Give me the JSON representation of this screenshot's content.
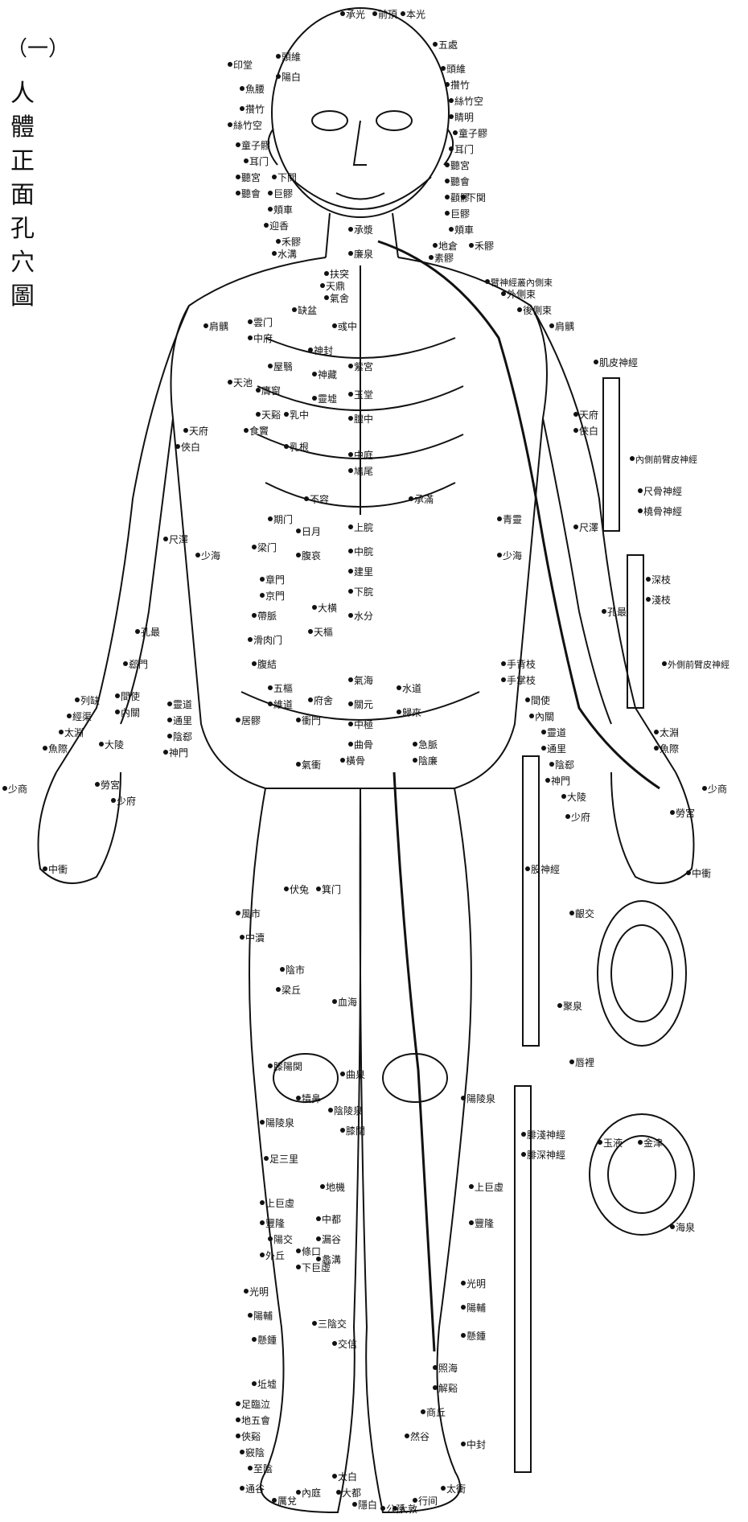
{
  "title": {
    "number": "（一）",
    "text": [
      "人",
      "體",
      "正",
      "面",
      "孔",
      "穴",
      "圖"
    ]
  },
  "labels": [
    {
      "id": "chengguang",
      "text": "承光"
    },
    {
      "id": "qianding",
      "text": "前頂"
    },
    {
      "id": "houding",
      "text": "本光"
    },
    {
      "id": "wuchu",
      "text": "五處"
    },
    {
      "id": "yintang",
      "text": "印堂"
    },
    {
      "id": "touwei_l",
      "text": "頭維"
    },
    {
      "id": "yangbai_l",
      "text": "陽白"
    },
    {
      "id": "yuyao_l",
      "text": "魚腰"
    },
    {
      "id": "zanzhu_l",
      "text": "攢竹"
    },
    {
      "id": "sizhukong_l",
      "text": "絲竹空"
    },
    {
      "id": "tongziliao_l",
      "text": "童子髎"
    },
    {
      "id": "ermen_l",
      "text": "耳门"
    },
    {
      "id": "tinggong_l",
      "text": "聽宮"
    },
    {
      "id": "tinghui_l",
      "text": "聽會"
    },
    {
      "id": "xiaguan_l",
      "text": "下関"
    },
    {
      "id": "juliao_l",
      "text": "巨髎"
    },
    {
      "id": "jiache_l",
      "text": "頬車"
    },
    {
      "id": "yingxiang_l",
      "text": "迎香"
    },
    {
      "id": "heliao_l",
      "text": "禾髎"
    },
    {
      "id": "shuigou",
      "text": "水溝"
    },
    {
      "id": "touwei_r",
      "text": "頭維"
    },
    {
      "id": "zanzhu_r",
      "text": "攢竹"
    },
    {
      "id": "sizhukong_r",
      "text": "絲竹空"
    },
    {
      "id": "jingming_r",
      "text": "睛明"
    },
    {
      "id": "tongziliao_r",
      "text": "童子髎"
    },
    {
      "id": "ermen_r",
      "text": "耳门"
    },
    {
      "id": "tinggong_r",
      "text": "聽宮"
    },
    {
      "id": "tinghui_r",
      "text": "聽會"
    },
    {
      "id": "quanliao_r",
      "text": "顴髎"
    },
    {
      "id": "xiaguan_r",
      "text": "下関"
    },
    {
      "id": "juliao_r",
      "text": "巨髎"
    },
    {
      "id": "jiache_r",
      "text": "頬車"
    },
    {
      "id": "heliao_r",
      "text": "禾髎"
    },
    {
      "id": "dicang_r",
      "text": "地倉"
    },
    {
      "id": "suliao",
      "text": "素髎"
    },
    {
      "id": "chengjiang",
      "text": "承漿"
    },
    {
      "id": "lianquan",
      "text": "廉泉"
    },
    {
      "id": "bishen_nei",
      "text": "臂神經叢內側束"
    },
    {
      "id": "bishen_wai",
      "text": "外側束"
    },
    {
      "id": "bishen_hou",
      "text": "後側束"
    },
    {
      "id": "futu",
      "text": "扶突"
    },
    {
      "id": "tianding",
      "text": "天鼎"
    },
    {
      "id": "qishe",
      "text": "氣舍"
    },
    {
      "id": "quepen_l",
      "text": "缺盆"
    },
    {
      "id": "jianyu_l",
      "text": "肩髃"
    },
    {
      "id": "yunmen_l",
      "text": "雲门"
    },
    {
      "id": "zhongfu_l",
      "text": "中府"
    },
    {
      "id": "yuzhong",
      "text": "彧中"
    },
    {
      "id": "shenfeng",
      "text": "神封"
    },
    {
      "id": "wuyi",
      "text": "屋翳"
    },
    {
      "id": "yingchuang",
      "text": "膺窗"
    },
    {
      "id": "tianchi",
      "text": "天池"
    },
    {
      "id": "tianxi",
      "text": "天谿"
    },
    {
      "id": "shidou",
      "text": "食竇"
    },
    {
      "id": "ruzhong",
      "text": "乳中"
    },
    {
      "id": "rugen",
      "text": "乳根"
    },
    {
      "id": "zhongting",
      "text": "中庭"
    },
    {
      "id": "jiuwei",
      "text": "鳩尾"
    },
    {
      "id": "yutang",
      "text": "玉堂"
    },
    {
      "id": "tanzhong",
      "text": "膻中"
    },
    {
      "id": "zigong",
      "text": "紫宮"
    },
    {
      "id": "lingxu",
      "text": "靈墟"
    },
    {
      "id": "shencang",
      "text": "神藏"
    },
    {
      "id": "jianyu_r",
      "text": "肩髃"
    },
    {
      "id": "jipifeng",
      "text": "肌皮神經"
    },
    {
      "id": "tianfu_l",
      "text": "天府"
    },
    {
      "id": "xiabai_l",
      "text": "俠白"
    },
    {
      "id": "tianfu_r",
      "text": "天府"
    },
    {
      "id": "xiabai_r",
      "text": "俠白"
    },
    {
      "id": "neice",
      "text": "內側前臂皮神經"
    },
    {
      "id": "chigu",
      "text": "尺骨神經"
    },
    {
      "id": "raogu",
      "text": "橈骨神經"
    },
    {
      "id": "chize_r",
      "text": "尺澤"
    },
    {
      "id": "qingling",
      "text": "青靈"
    },
    {
      "id": "shaohai_l",
      "text": "少海"
    },
    {
      "id": "shaohai_r",
      "text": "少海"
    },
    {
      "id": "chize_l",
      "text": "尺澤"
    },
    {
      "id": "shenzhi",
      "text": "深枝"
    },
    {
      "id": "qianzhi",
      "text": "淺枝"
    },
    {
      "id": "kongzui_l",
      "text": "孔最"
    },
    {
      "id": "kongzui_r",
      "text": "孔最"
    },
    {
      "id": "ximen_l",
      "text": "郄門"
    },
    {
      "id": "jianshi_l",
      "text": "間使"
    },
    {
      "id": "neiguan_l",
      "text": "內關"
    },
    {
      "id": "lieque_l",
      "text": "列缺"
    },
    {
      "id": "jingqu_l",
      "text": "經渠"
    },
    {
      "id": "taiyuan_l",
      "text": "太淵"
    },
    {
      "id": "yuji_l",
      "text": "魚際"
    },
    {
      "id": "daling_l",
      "text": "大陵"
    },
    {
      "id": "lingdao_l",
      "text": "靈道"
    },
    {
      "id": "tongli_l",
      "text": "通里"
    },
    {
      "id": "yinxi_l",
      "text": "陰郄"
    },
    {
      "id": "shenmen_l",
      "text": "神門"
    },
    {
      "id": "shaoshang_l",
      "text": "少商"
    },
    {
      "id": "laogong_l",
      "text": "勞宮"
    },
    {
      "id": "shaofu_l",
      "text": "少府"
    },
    {
      "id": "zhongchong_l",
      "text": "中衝"
    },
    {
      "id": "shoubei",
      "text": "手背枝"
    },
    {
      "id": "shouzhang",
      "text": "手掌枝"
    },
    {
      "id": "waiqian",
      "text": "外側前臂皮神經"
    },
    {
      "id": "jianshi_r",
      "text": "間使"
    },
    {
      "id": "neiguan_r",
      "text": "內關"
    },
    {
      "id": "lingdao_r",
      "text": "靈道"
    },
    {
      "id": "tongli_r",
      "text": "通里"
    },
    {
      "id": "yinxi_r",
      "text": "陰郄"
    },
    {
      "id": "shenmen_r",
      "text": "神門"
    },
    {
      "id": "daling_r",
      "text": "大陵"
    },
    {
      "id": "shaofu_r",
      "text": "少府"
    },
    {
      "id": "taiyuan_r",
      "text": "太淵"
    },
    {
      "id": "yuji_r",
      "text": "魚際"
    },
    {
      "id": "shaoshang_r",
      "text": "少商"
    },
    {
      "id": "laogong_r",
      "text": "勞宮"
    },
    {
      "id": "zhongchong_r",
      "text": "中衝"
    },
    {
      "id": "qimen",
      "text": "期门"
    },
    {
      "id": "riyue",
      "text": "日月"
    },
    {
      "id": "burong",
      "text": "不容"
    },
    {
      "id": "chengman",
      "text": "承滿"
    },
    {
      "id": "liangmen",
      "text": "梁门"
    },
    {
      "id": "fuai",
      "text": "腹哀"
    },
    {
      "id": "zhangmen",
      "text": "章門"
    },
    {
      "id": "jingmen",
      "text": "京門"
    },
    {
      "id": "daimai",
      "text": "帶脈"
    },
    {
      "id": "huaroumen",
      "text": "滑肉门"
    },
    {
      "id": "fujie",
      "text": "腹結"
    },
    {
      "id": "tianshu",
      "text": "天樞"
    },
    {
      "id": "daheng",
      "text": "大横"
    },
    {
      "id": "shangwan",
      "text": "上脘"
    },
    {
      "id": "zhongwan",
      "text": "中脘"
    },
    {
      "id": "jianli",
      "text": "建里"
    },
    {
      "id": "xiawan",
      "text": "下脘"
    },
    {
      "id": "shuifen",
      "text": "水分"
    },
    {
      "id": "qihai",
      "text": "氣海"
    },
    {
      "id": "guanyuan",
      "text": "關元"
    },
    {
      "id": "zhongji",
      "text": "中極"
    },
    {
      "id": "qugu",
      "text": "曲骨"
    },
    {
      "id": "chongmen",
      "text": "衝門"
    },
    {
      "id": "fushe",
      "text": "府舍"
    },
    {
      "id": "qichong",
      "text": "氣衝"
    },
    {
      "id": "weidao",
      "text": "維道"
    },
    {
      "id": "wushu",
      "text": "五樞"
    },
    {
      "id": "jujiao",
      "text": "居髎"
    },
    {
      "id": "henggu",
      "text": "橫骨"
    },
    {
      "id": "guilai",
      "text": "歸來"
    },
    {
      "id": "shuidao",
      "text": "水道"
    },
    {
      "id": "jimai",
      "text": "急脈"
    },
    {
      "id": "yinlian",
      "text": "陰廉"
    },
    {
      "id": "gushenjing",
      "text": "股神經"
    },
    {
      "id": "futu_leg",
      "text": "伏兔"
    },
    {
      "id": "jimen",
      "text": "箕门"
    },
    {
      "id": "fengshi",
      "text": "風市"
    },
    {
      "id": "zhongdu_leg",
      "text": "中瀆"
    },
    {
      "id": "yinshi",
      "text": "陰市"
    },
    {
      "id": "liangqiu",
      "text": "梁丘"
    },
    {
      "id": "xuehai",
      "text": "血海"
    },
    {
      "id": "xiyangguan",
      "text": "膝陽関"
    },
    {
      "id": "ququan",
      "text": "曲泉"
    },
    {
      "id": "dubi",
      "text": "犢鼻"
    },
    {
      "id": "yanglingquan_l",
      "text": "陽陵泉"
    },
    {
      "id": "yanglingquan_r",
      "text": "陽陵泉"
    },
    {
      "id": "yinlingquan",
      "text": "陰陵泉"
    },
    {
      "id": "ximen_leg",
      "text": "膝關"
    },
    {
      "id": "zusanli",
      "text": "足三里"
    },
    {
      "id": "feiqian",
      "text": "腓淺神經"
    },
    {
      "id": "feishen",
      "text": "腓深神經"
    },
    {
      "id": "shangjuxu_l",
      "text": "上巨虛"
    },
    {
      "id": "shangjuxu_r",
      "text": "上巨虛"
    },
    {
      "id": "fenglong_l",
      "text": "豐隆"
    },
    {
      "id": "fenglong_r",
      "text": "豐隆"
    },
    {
      "id": "yangjiao",
      "text": "陽交"
    },
    {
      "id": "waiqiu",
      "text": "外丘"
    },
    {
      "id": "tiaokou",
      "text": "條口"
    },
    {
      "id": "xiajuxu",
      "text": "下巨虛"
    },
    {
      "id": "diji",
      "text": "地機"
    },
    {
      "id": "zhongdu_shank",
      "text": "中都"
    },
    {
      "id": "lougu",
      "text": "漏谷"
    },
    {
      "id": "ligou",
      "text": "蠡溝"
    },
    {
      "id": "guangming_l",
      "text": "光明"
    },
    {
      "id": "guangming_r",
      "text": "光明"
    },
    {
      "id": "yangfu_l",
      "text": "陽輔"
    },
    {
      "id": "yangfu_r",
      "text": "陽輔"
    },
    {
      "id": "xuanzhong_l",
      "text": "懸鍾"
    },
    {
      "id": "xuanzhong_r",
      "text": "懸鍾"
    },
    {
      "id": "sanyinjiao",
      "text": "三陰交"
    },
    {
      "id": "jiaoxin",
      "text": "交信"
    },
    {
      "id": "qiuxu",
      "text": "坵墟"
    },
    {
      "id": "zulinqi",
      "text": "足臨泣"
    },
    {
      "id": "diwuhui",
      "text": "地五會"
    },
    {
      "id": "xiaxi",
      "text": "俠谿"
    },
    {
      "id": "qiaoyin",
      "text": "竅陰"
    },
    {
      "id": "zhiyin",
      "text": "至陰"
    },
    {
      "id": "tonggu",
      "text": "通谷"
    },
    {
      "id": "lidui",
      "text": "厲兌"
    },
    {
      "id": "neiting",
      "text": "內庭"
    },
    {
      "id": "xingjian",
      "text": "行间"
    },
    {
      "id": "dadun",
      "text": "大敦"
    },
    {
      "id": "yinbai",
      "text": "隱白"
    },
    {
      "id": "dadu",
      "text": "大都"
    },
    {
      "id": "taibai",
      "text": "太白"
    },
    {
      "id": "gongsun",
      "text": "公孫"
    },
    {
      "id": "zhaohai",
      "text": "照海"
    },
    {
      "id": "jiexi",
      "text": "解谿"
    },
    {
      "id": "shangqiu",
      "text": "商丘"
    },
    {
      "id": "zhongfeng",
      "text": "中封"
    },
    {
      "id": "taichong",
      "text": "太衝"
    },
    {
      "id": "rangu",
      "text": "然谷"
    },
    {
      "id": "yinjiao_mouth",
      "text": "齦交"
    },
    {
      "id": "juquan",
      "text": "聚泉"
    },
    {
      "id": "haiquan_lip",
      "text": "唇裡"
    },
    {
      "id": "yuye",
      "text": "玉液"
    },
    {
      "id": "jinjin",
      "text": "金津"
    },
    {
      "id": "haiquan",
      "text": "海泉"
    }
  ],
  "colors": {
    "ink": "#111111",
    "paper": "#ffffff"
  }
}
